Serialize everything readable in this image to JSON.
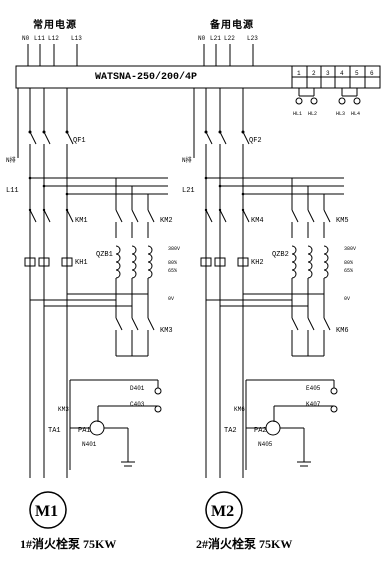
{
  "supplies": {
    "main_title": "常用电源",
    "main_phases": [
      "N0",
      "L11",
      "L12",
      "L13"
    ],
    "backup_title": "备用电源",
    "backup_phases": [
      "N0",
      "L21",
      "L22",
      "L23"
    ]
  },
  "ats_label": "WATSNA-250/200/4P",
  "indicator_terminals": [
    "1",
    "2",
    "3",
    "4",
    "5",
    "6"
  ],
  "indicator_lamps": [
    "HL1",
    "HL2",
    "HL3",
    "HL4"
  ],
  "left": {
    "breaker": "QF1",
    "line": "L11",
    "neutral": "N排",
    "contactors": [
      "KM1",
      "KM2",
      "KM3"
    ],
    "thermal_relay": "KH1",
    "autotransformer": "QZB1",
    "ctrl_codes": [
      "D401",
      "C403",
      "N401"
    ],
    "relay": "KM3",
    "current_transformer": "TA1",
    "ammeter": "PA1",
    "motor": "M1",
    "title": "1#消火栓泵 75KW"
  },
  "right": {
    "breaker": "QF2",
    "line": "L21",
    "neutral": "N排",
    "contactors": [
      "KM4",
      "KM5",
      "KM6"
    ],
    "thermal_relay": "KH2",
    "autotransformer": "QZB2",
    "ctrl_codes": [
      "E405",
      "K407",
      "N405"
    ],
    "relay": "KM6",
    "current_transformer": "TA2",
    "ammeter": "PA2",
    "motor": "M2",
    "title": "2#消火栓泵 75KW"
  },
  "tap_labels": [
    "380V",
    "80%",
    "65%",
    "0V"
  ]
}
